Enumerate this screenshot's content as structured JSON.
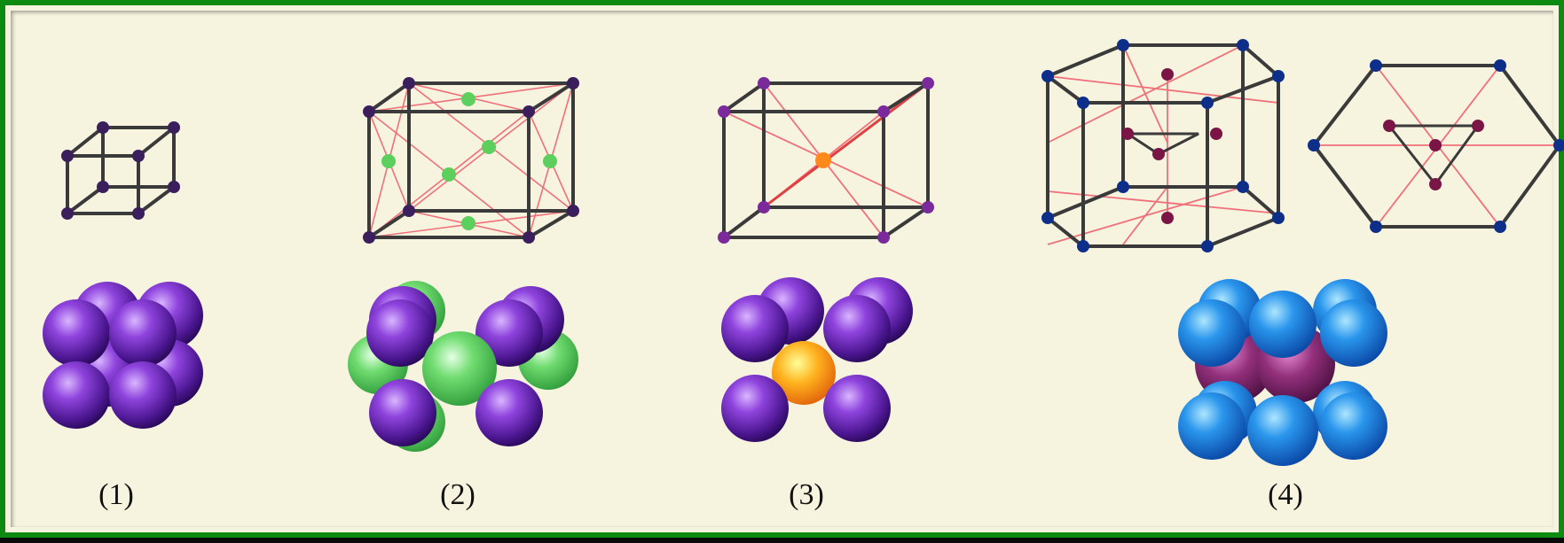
{
  "labels": [
    "(1)",
    "(2)",
    "(3)",
    "(4)"
  ],
  "colors": {
    "border_green": "#0d8a12",
    "background": "#f6f3df",
    "edge": "#3a3a3a",
    "diag": "#f0707a",
    "node_dark": "#3b1f5c",
    "node_purple": "#7a2a9a",
    "node_blue": "#0d2f8a",
    "node_maroon": "#7a1545",
    "center_orange": "#ff8a1a",
    "face_green": "#5ccf5c",
    "sphere_violet": "#8a3ad0",
    "sphere_blue": "#1e80e0"
  },
  "structures": [
    {
      "id": 1,
      "frame_icon": "simple-cubic-frame-icon",
      "packing_icon": "simple-cubic-packing-icon"
    },
    {
      "id": 2,
      "frame_icon": "face-centered-cubic-frame-icon",
      "packing_icon": "face-centered-cubic-packing-icon"
    },
    {
      "id": 3,
      "frame_icon": "body-centered-cubic-frame-icon",
      "packing_icon": "body-centered-cubic-packing-icon"
    },
    {
      "id": 4,
      "frame_icon": "hexagonal-close-packed-frame-icon",
      "top_icon": "hexagonal-top-view-icon",
      "packing_icon": "hexagonal-close-packed-packing-icon"
    }
  ]
}
